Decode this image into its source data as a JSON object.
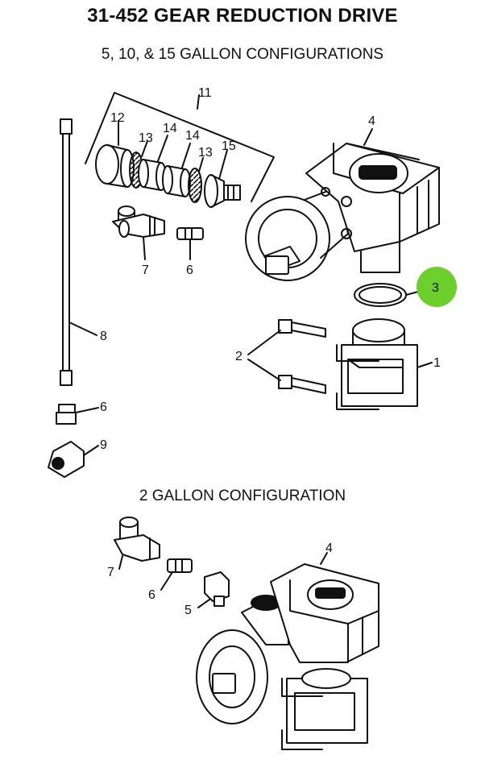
{
  "title": "31-452 GEAR REDUCTION DRIVE",
  "subtitle": "5, 10, & 15 GALLON CONFIGURATIONS",
  "section2_title": "2 GALLON CONFIGURATION",
  "highlight_color": "#6ccf2c",
  "callouts_top": [
    {
      "id": "c11",
      "label": "11"
    },
    {
      "id": "c12",
      "label": "12"
    },
    {
      "id": "c13a",
      "label": "13"
    },
    {
      "id": "c14a",
      "label": "14"
    },
    {
      "id": "c14b",
      "label": "14"
    },
    {
      "id": "c13b",
      "label": "13"
    },
    {
      "id": "c15",
      "label": "15"
    },
    {
      "id": "c4",
      "label": "4"
    },
    {
      "id": "c3",
      "label": "3"
    },
    {
      "id": "c7",
      "label": "7"
    },
    {
      "id": "c6",
      "label": "6"
    },
    {
      "id": "c8",
      "label": "8"
    },
    {
      "id": "c2",
      "label": "2"
    },
    {
      "id": "c1",
      "label": "1"
    },
    {
      "id": "c6b",
      "label": "6"
    },
    {
      "id": "c9",
      "label": "9"
    }
  ],
  "callouts_bottom": [
    {
      "id": "d4",
      "label": "4"
    },
    {
      "id": "d7",
      "label": "7"
    },
    {
      "id": "d6",
      "label": "6"
    },
    {
      "id": "d5",
      "label": "5"
    }
  ]
}
